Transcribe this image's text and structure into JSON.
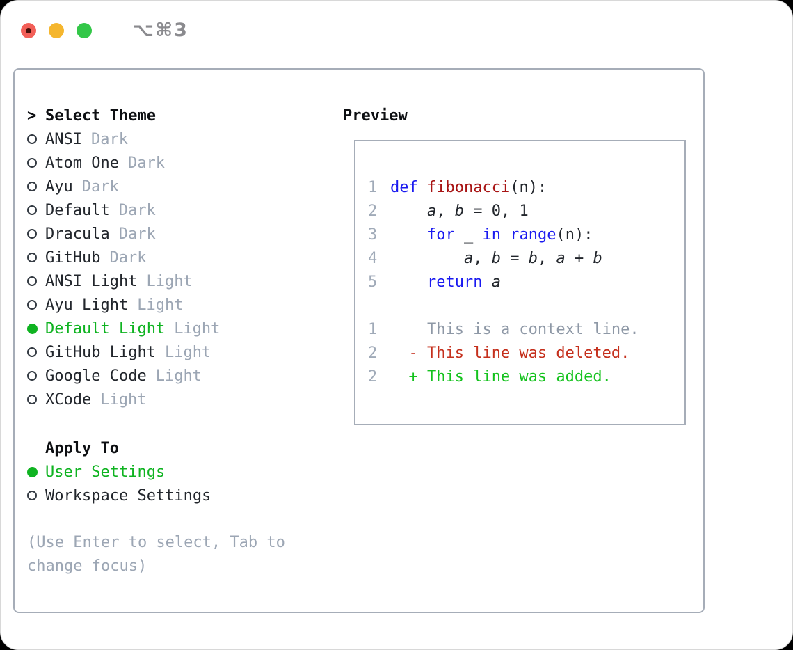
{
  "window": {
    "title": "⌥⌘3"
  },
  "colors": {
    "accent_green": "#0fb321",
    "keyword_blue": "#1a1af0",
    "function_red": "#a81414",
    "deleted_red": "#c5301d",
    "added_green": "#14c21d",
    "text_dark": "#22262c",
    "heading_black": "#0d0f12",
    "muted_gray": "#9ca6b4",
    "context_gray": "#8e98a6",
    "line_number_gray": "#a0aab8",
    "border_gray": "#a6adb8",
    "radio_ring": "#343b43",
    "titlebar_gray": "#8a8a8e",
    "traffic_red": "#f25f58",
    "traffic_red_dot": "#47100a",
    "traffic_yellow": "#f5b62e",
    "traffic_green": "#33c748"
  },
  "theme_panel": {
    "prompt": ">",
    "title": "Select Theme",
    "themes": [
      {
        "name": "ANSI",
        "variant": "Dark",
        "selected": false
      },
      {
        "name": "Atom One",
        "variant": "Dark",
        "selected": false
      },
      {
        "name": "Ayu",
        "variant": "Dark",
        "selected": false
      },
      {
        "name": "Default",
        "variant": "Dark",
        "selected": false
      },
      {
        "name": "Dracula",
        "variant": "Dark",
        "selected": false
      },
      {
        "name": "GitHub",
        "variant": "Dark",
        "selected": false
      },
      {
        "name": "ANSI Light",
        "variant": "Light",
        "selected": false
      },
      {
        "name": "Ayu Light",
        "variant": "Light",
        "selected": false
      },
      {
        "name": "Default Light",
        "variant": "Light",
        "selected": true
      },
      {
        "name": "GitHub Light",
        "variant": "Light",
        "selected": false
      },
      {
        "name": "Google Code",
        "variant": "Light",
        "selected": false
      },
      {
        "name": "XCode",
        "variant": "Light",
        "selected": false
      }
    ],
    "apply_to": {
      "title": "Apply To",
      "options": [
        {
          "label": "User Settings",
          "selected": true
        },
        {
          "label": "Workspace Settings",
          "selected": false
        }
      ]
    },
    "hint": "(Use Enter to select, Tab to change focus)"
  },
  "preview": {
    "title": "Preview",
    "code_lines": [
      {
        "num": "1",
        "tokens": [
          {
            "text": "def ",
            "style": "keyword"
          },
          {
            "text": "fibonacci",
            "style": "function"
          },
          {
            "text": "(n):",
            "style": "plain"
          }
        ]
      },
      {
        "num": "2",
        "tokens": [
          {
            "text": "    ",
            "style": "plain"
          },
          {
            "text": "a",
            "style": "variable"
          },
          {
            "text": ", ",
            "style": "plain"
          },
          {
            "text": "b",
            "style": "variable"
          },
          {
            "text": " = 0, 1",
            "style": "plain"
          }
        ]
      },
      {
        "num": "3",
        "tokens": [
          {
            "text": "    ",
            "style": "plain"
          },
          {
            "text": "for",
            "style": "keyword"
          },
          {
            "text": " _ ",
            "style": "plain"
          },
          {
            "text": "in",
            "style": "keyword"
          },
          {
            "text": " ",
            "style": "plain"
          },
          {
            "text": "range",
            "style": "keyword"
          },
          {
            "text": "(n):",
            "style": "plain"
          }
        ]
      },
      {
        "num": "4",
        "tokens": [
          {
            "text": "        ",
            "style": "plain"
          },
          {
            "text": "a",
            "style": "variable"
          },
          {
            "text": ", ",
            "style": "plain"
          },
          {
            "text": "b",
            "style": "variable"
          },
          {
            "text": " = ",
            "style": "plain"
          },
          {
            "text": "b",
            "style": "variable"
          },
          {
            "text": ", ",
            "style": "plain"
          },
          {
            "text": "a",
            "style": "variable"
          },
          {
            "text": " + ",
            "style": "plain"
          },
          {
            "text": "b",
            "style": "variable"
          }
        ]
      },
      {
        "num": "5",
        "tokens": [
          {
            "text": "    ",
            "style": "plain"
          },
          {
            "text": "return",
            "style": "keyword"
          },
          {
            "text": " ",
            "style": "plain"
          },
          {
            "text": "a",
            "style": "variable"
          }
        ]
      },
      {
        "num": "",
        "tokens": []
      },
      {
        "num": "1",
        "tokens": [
          {
            "text": "    This is a context line.",
            "style": "context"
          }
        ]
      },
      {
        "num": "2",
        "tokens": [
          {
            "text": "  - This line was deleted.",
            "style": "deleted"
          }
        ]
      },
      {
        "num": "2",
        "tokens": [
          {
            "text": "  + This line was added.",
            "style": "added"
          }
        ]
      }
    ]
  }
}
